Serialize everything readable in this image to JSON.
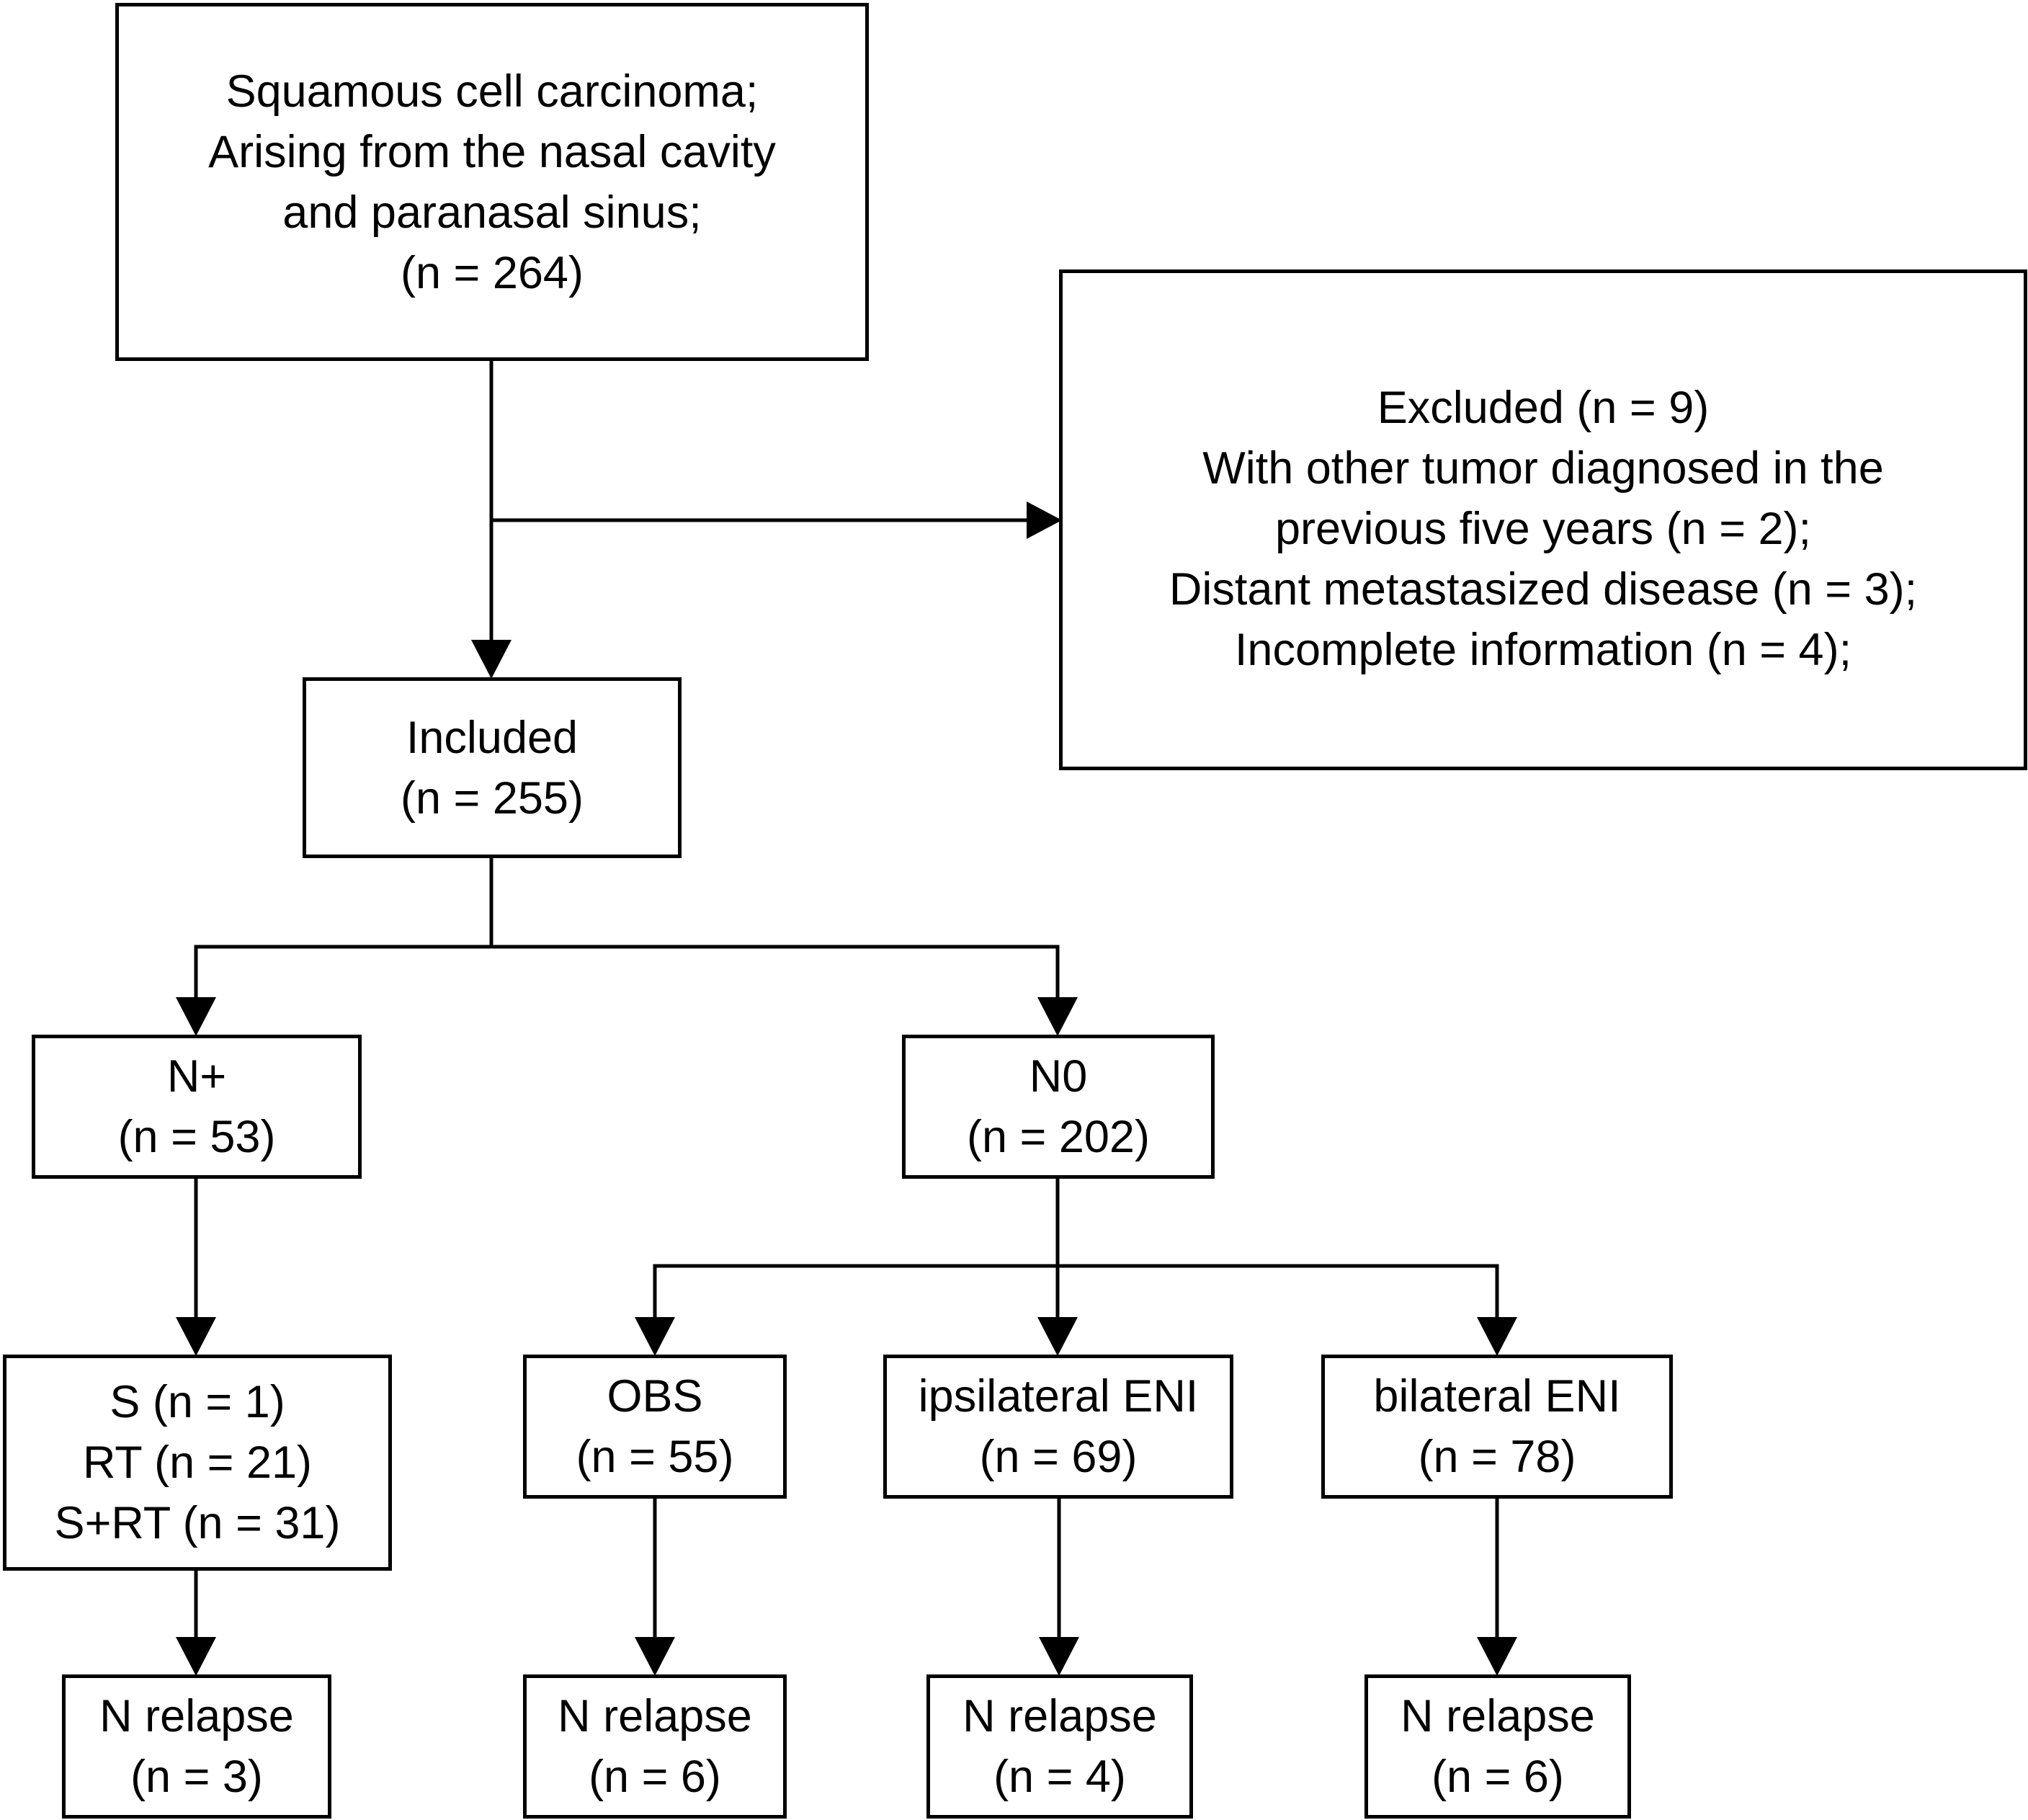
{
  "screening": {
    "lines": [
      "Squamous cell carcinoma;",
      "Arising from the nasal cavity",
      "and paranasal sinus;",
      "(n = 264)"
    ]
  },
  "excluded": {
    "lines": [
      "Excluded (n = 9)",
      "With other tumor diagnosed in the",
      "previous five years (n = 2);",
      "Distant metastasized disease (n = 3);",
      "Incomplete information (n = 4);"
    ]
  },
  "included": {
    "lines": [
      "Included",
      "(n = 255)"
    ]
  },
  "n_positive": {
    "lines": [
      "N+",
      "(n = 53)"
    ]
  },
  "n_zero": {
    "lines": [
      "N0",
      "(n = 202)"
    ]
  },
  "n_positive_treatment": {
    "lines": [
      "S (n = 1)",
      "RT (n = 21)",
      "S+RT (n = 31)"
    ]
  },
  "obs": {
    "lines": [
      "OBS",
      "(n = 55)"
    ]
  },
  "ipsilateral_eni": {
    "lines": [
      "ipsilateral ENI",
      "(n = 69)"
    ]
  },
  "bilateral_eni": {
    "lines": [
      "bilateral ENI",
      "(n = 78)"
    ]
  },
  "relapse_n_positive": {
    "lines": [
      "N relapse",
      "(n = 3)"
    ]
  },
  "relapse_obs": {
    "lines": [
      "N relapse",
      "(n = 6)"
    ]
  },
  "relapse_ipsilateral": {
    "lines": [
      "N relapse",
      "(n = 4)"
    ]
  },
  "relapse_bilateral": {
    "lines": [
      "N relapse",
      "(n = 6)"
    ]
  }
}
